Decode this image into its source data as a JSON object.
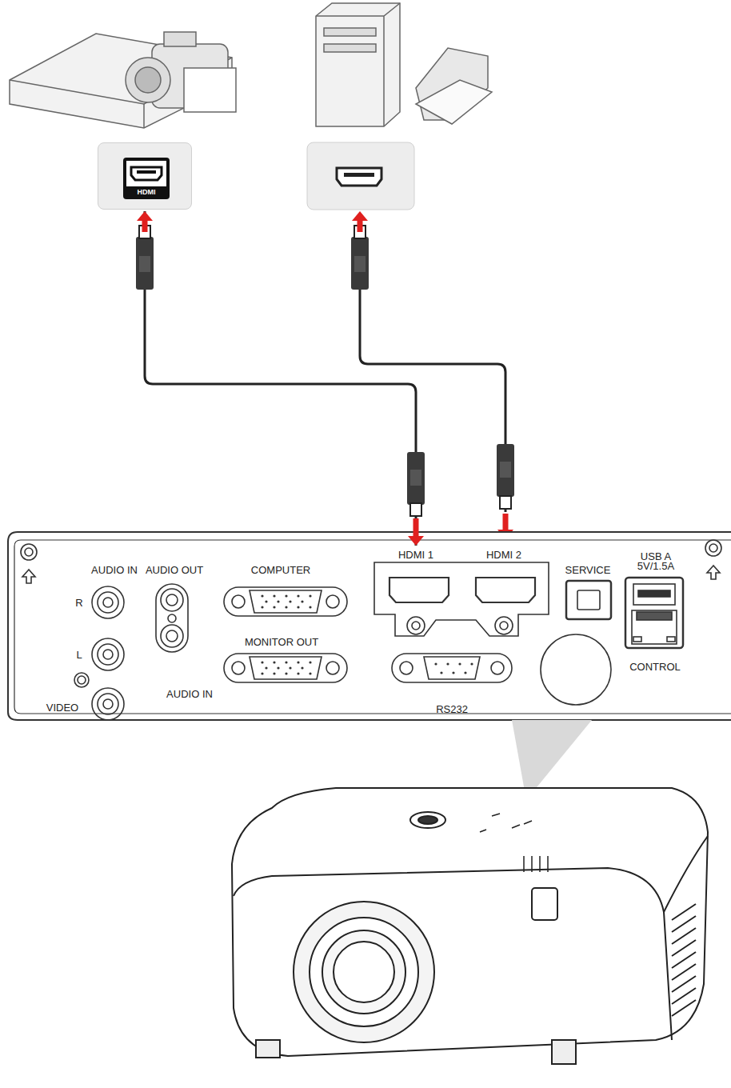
{
  "diagram": {
    "nodes": [
      {
        "text": [
          "HDMI"
        ]
      },
      {
        "text": [
          "HDMI 1"
        ]
      },
      {
        "text": [
          "HDMI 2"
        ]
      }
    ],
    "edges": [
      {
        "from": 0,
        "to": 1,
        "arrow": "both"
      }
    ],
    "labels": [
      "AUDIO IN",
      "AUDIO OUT",
      "COMPUTER",
      "R",
      "MONITOR OUT",
      "SERVICE",
      "USB A 5V/1.5A",
      "L",
      "AUDIO IN",
      "VIDEO",
      "RS232",
      "CONTROL"
    ]
  }
}
